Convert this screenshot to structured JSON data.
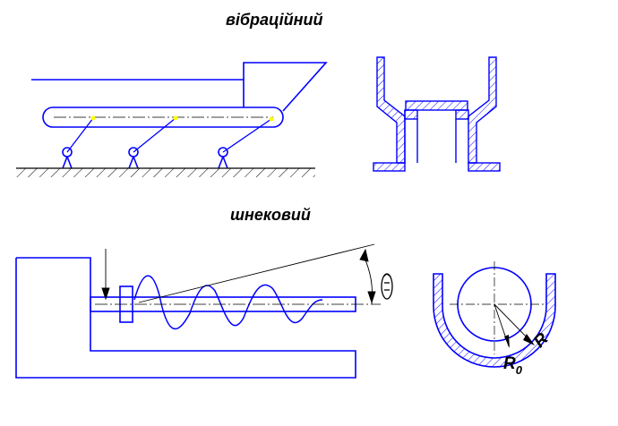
{
  "titles": {
    "vibrational": "вібраційний",
    "screw": "шнековий"
  },
  "labels": {
    "radius_outer": "R",
    "radius_inner_base": "R",
    "radius_inner_sub": "0"
  },
  "colors": {
    "outline": "#0000ff",
    "annotation": "#000000",
    "joint": "#ffff00"
  }
}
